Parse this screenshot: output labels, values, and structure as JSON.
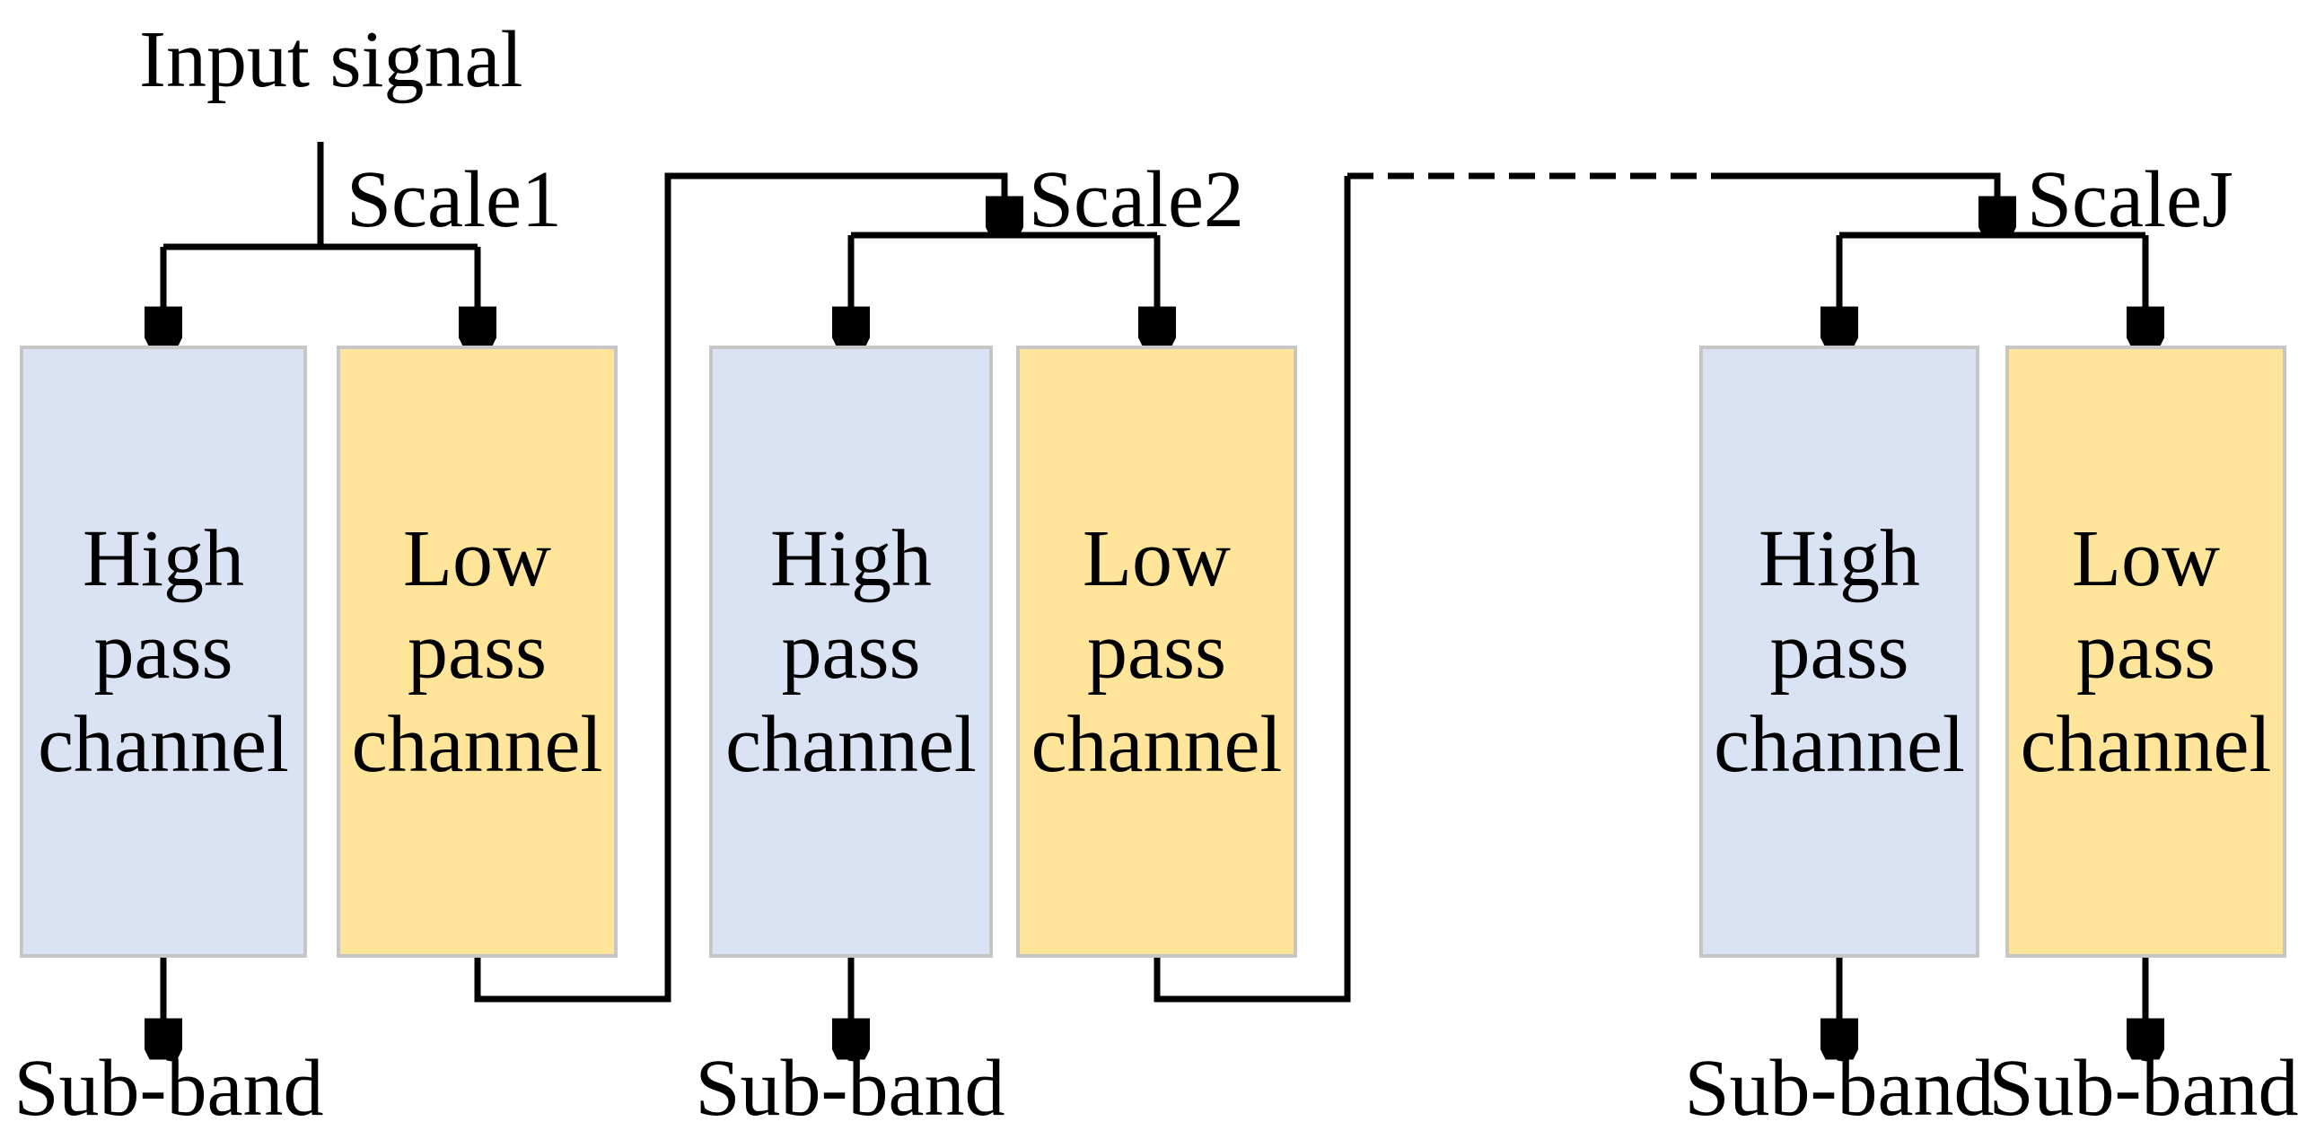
{
  "figure": {
    "input_label": "Input signal",
    "subband_label": "Sub-band",
    "stages": [
      {
        "scale_label": "Scale1",
        "high_label": "High pass channel",
        "low_label": "Low pass channel"
      },
      {
        "scale_label": "Scale2",
        "high_label": "High pass channel",
        "low_label": "Low pass channel"
      },
      {
        "scale_label": "ScaleJ",
        "high_label": "High pass channel",
        "low_label": "Low pass channel"
      }
    ],
    "colors": {
      "high_fill": "#dae3f3",
      "low_fill": "#ffe599",
      "box_border": "#c6c6c6",
      "line": "#000000",
      "background": "#ffffff",
      "text": "#000000"
    }
  }
}
